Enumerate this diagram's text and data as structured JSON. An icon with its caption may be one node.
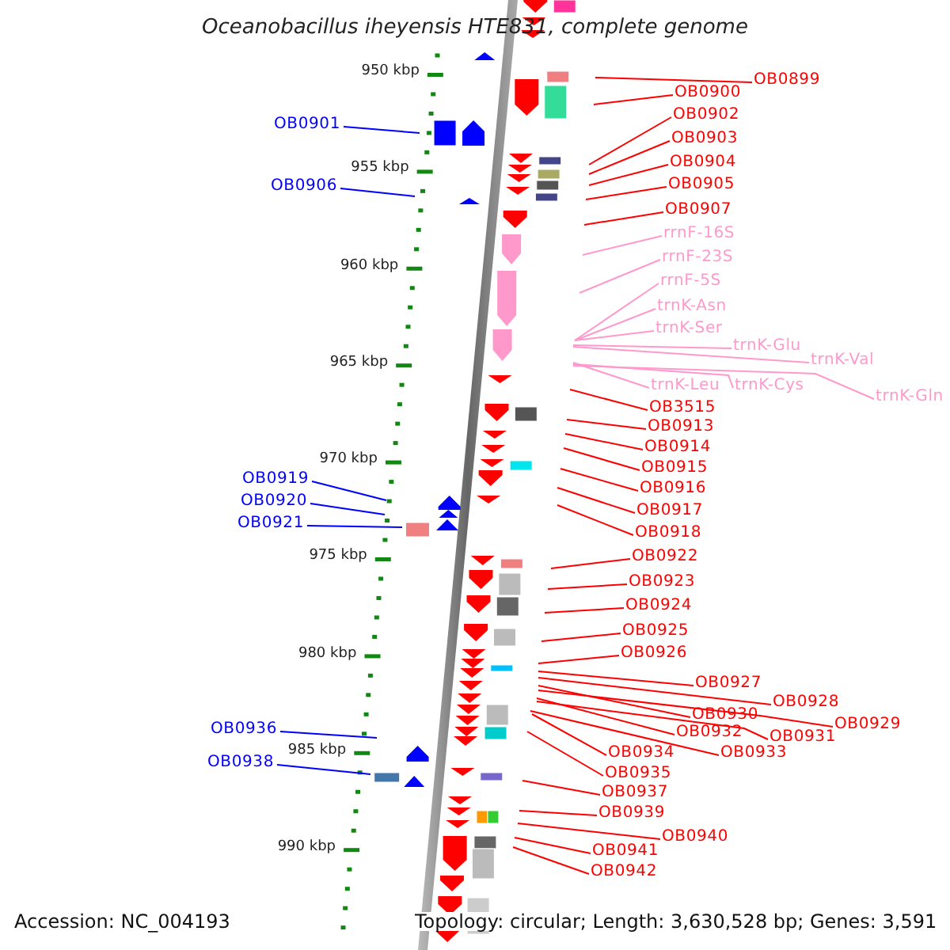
{
  "diagram": {
    "title": "Oceanobacillus iheyensis HTE831, complete genome",
    "nodes": [
      {
        "text": [
          "OB0899"
        ]
      },
      {
        "text": [
          "OB0900"
        ]
      },
      {
        "text": [
          "OB0901"
        ]
      },
      {
        "text": [
          "OB0902"
        ]
      },
      {
        "text": [
          "OB0903"
        ]
      },
      {
        "text": [
          "OB0904"
        ]
      },
      {
        "text": [
          "OB0905"
        ]
      },
      {
        "text": [
          "OB0906"
        ]
      },
      {
        "text": [
          "OB0907"
        ]
      },
      {
        "text": [
          "rrnF-16S"
        ]
      },
      {
        "text": [
          "rrnF-23S"
        ]
      },
      {
        "text": [
          "rrnF-5S"
        ]
      },
      {
        "text": [
          "trnK-Asn"
        ]
      },
      {
        "text": [
          "trnK-Ser"
        ]
      },
      {
        "text": [
          "trnK-Glu"
        ]
      },
      {
        "text": [
          "trnK-Val"
        ]
      },
      {
        "text": [
          "trnK-Leu"
        ]
      },
      {
        "text": [
          "trnK-Cys"
        ]
      },
      {
        "text": [
          "trnK-Gln"
        ]
      },
      {
        "text": [
          "OB3515"
        ]
      },
      {
        "text": [
          "OB0913"
        ]
      },
      {
        "text": [
          "OB0914"
        ]
      },
      {
        "text": [
          "OB0915"
        ]
      },
      {
        "text": [
          "OB0916"
        ]
      },
      {
        "text": [
          "OB0917"
        ]
      },
      {
        "text": [
          "OB0918"
        ]
      },
      {
        "text": [
          "OB0919"
        ]
      },
      {
        "text": [
          "OB0920"
        ]
      },
      {
        "text": [
          "OB0921"
        ]
      },
      {
        "text": [
          "OB0922"
        ]
      },
      {
        "text": [
          "OB0923"
        ]
      },
      {
        "text": [
          "OB0924"
        ]
      },
      {
        "text": [
          "OB0925"
        ]
      },
      {
        "text": [
          "OB0926"
        ]
      },
      {
        "text": [
          "OB0927"
        ]
      },
      {
        "text": [
          "OB0928"
        ]
      },
      {
        "text": [
          "OB0930"
        ]
      },
      {
        "text": [
          "OB0929"
        ]
      },
      {
        "text": [
          "OB0932"
        ]
      },
      {
        "text": [
          "OB0931"
        ]
      },
      {
        "text": [
          "OB0934"
        ]
      },
      {
        "text": [
          "OB0933"
        ]
      },
      {
        "text": [
          "OB0935"
        ]
      },
      {
        "text": [
          "OB0936"
        ]
      },
      {
        "text": [
          "OB0937"
        ]
      },
      {
        "text": [
          "OB0938"
        ]
      },
      {
        "text": [
          "OB0939"
        ]
      },
      {
        "text": [
          "OB0940"
        ]
      },
      {
        "text": [
          "OB0941"
        ]
      },
      {
        "text": [
          "OB0942"
        ]
      }
    ],
    "edges": [
      {
        "from": 0,
        "to": null,
        "arrow": "none"
      },
      {
        "from": 1,
        "to": null,
        "arrow": "none"
      },
      {
        "from": 2,
        "to": null,
        "arrow": "none",
        "color": "#0000ff"
      },
      {
        "from": 3,
        "to": null,
        "arrow": "none"
      },
      {
        "from": 4,
        "to": null,
        "arrow": "none"
      },
      {
        "from": 5,
        "to": null,
        "arrow": "none"
      },
      {
        "from": 6,
        "to": null,
        "arrow": "none"
      },
      {
        "from": 7,
        "to": null,
        "arrow": "none",
        "color": "#0000ff"
      },
      {
        "from": 8,
        "to": null,
        "arrow": "none"
      },
      {
        "from": 9,
        "to": null,
        "arrow": "none",
        "color": "#ff99cc"
      },
      {
        "from": 10,
        "to": null,
        "arrow": "none",
        "color": "#ff99cc"
      },
      {
        "from": 11,
        "to": null,
        "arrow": "none",
        "color": "#ff99cc"
      },
      {
        "from": 12,
        "to": null,
        "arrow": "none",
        "color": "#ff99cc"
      },
      {
        "from": 13,
        "to": null,
        "arrow": "none",
        "color": "#ff99cc"
      },
      {
        "from": 14,
        "to": null,
        "arrow": "none",
        "color": "#ff99cc"
      },
      {
        "from": 15,
        "to": null,
        "arrow": "none",
        "color": "#ff99cc"
      },
      {
        "from": 16,
        "to": null,
        "arrow": "none",
        "color": "#ff99cc"
      },
      {
        "from": 17,
        "to": null,
        "arrow": "none",
        "color": "#ff99cc"
      },
      {
        "from": 18,
        "to": null,
        "arrow": "none",
        "color": "#ff99cc"
      },
      {
        "from": 19,
        "to": null,
        "arrow": "none"
      },
      {
        "from": 20,
        "to": null,
        "arrow": "none"
      },
      {
        "from": 21,
        "to": null,
        "arrow": "none"
      },
      {
        "from": 22,
        "to": null,
        "arrow": "none"
      },
      {
        "from": 23,
        "to": null,
        "arrow": "none"
      },
      {
        "from": 24,
        "to": null,
        "arrow": "none"
      },
      {
        "from": 25,
        "to": null,
        "arrow": "none"
      },
      {
        "from": 26,
        "to": null,
        "arrow": "none",
        "color": "#0000ff"
      },
      {
        "from": 27,
        "to": null,
        "arrow": "none",
        "color": "#0000ff"
      },
      {
        "from": 28,
        "to": null,
        "arrow": "none",
        "color": "#0000ff"
      },
      {
        "from": 29,
        "to": null,
        "arrow": "none"
      },
      {
        "from": 30,
        "to": null,
        "arrow": "none"
      },
      {
        "from": 31,
        "to": null,
        "arrow": "none"
      },
      {
        "from": 32,
        "to": null,
        "arrow": "none"
      },
      {
        "from": 33,
        "to": null,
        "arrow": "none"
      },
      {
        "from": 34,
        "to": null,
        "arrow": "none"
      },
      {
        "from": 35,
        "to": null,
        "arrow": "none"
      },
      {
        "from": 36,
        "to": null,
        "arrow": "none"
      },
      {
        "from": 37,
        "to": null,
        "arrow": "none"
      },
      {
        "from": 38,
        "to": null,
        "arrow": "none"
      },
      {
        "from": 39,
        "to": null,
        "arrow": "none"
      },
      {
        "from": 40,
        "to": null,
        "arrow": "none"
      },
      {
        "from": 41,
        "to": null,
        "arrow": "none"
      },
      {
        "from": 42,
        "to": null,
        "arrow": "none"
      },
      {
        "from": 43,
        "to": null,
        "arrow": "none",
        "color": "#0000ff"
      },
      {
        "from": 44,
        "to": null,
        "arrow": "none"
      },
      {
        "from": 45,
        "to": null,
        "arrow": "none",
        "color": "#0000ff"
      },
      {
        "from": 46,
        "to": null,
        "arrow": "none"
      },
      {
        "from": 47,
        "to": null,
        "arrow": "none"
      },
      {
        "from": 48,
        "to": null,
        "arrow": "none"
      },
      {
        "from": 49,
        "to": null,
        "arrow": "none"
      }
    ],
    "labels": [
      "950 kbp",
      "955 kbp",
      "960 kbp",
      "965 kbp",
      "970 kbp",
      "975 kbp",
      "980 kbp",
      "985 kbp",
      "990 kbp",
      "Accession: NC_004193",
      "Topology: circular; Length: 3,630,528 bp; Genes: 3,591"
    ]
  }
}
